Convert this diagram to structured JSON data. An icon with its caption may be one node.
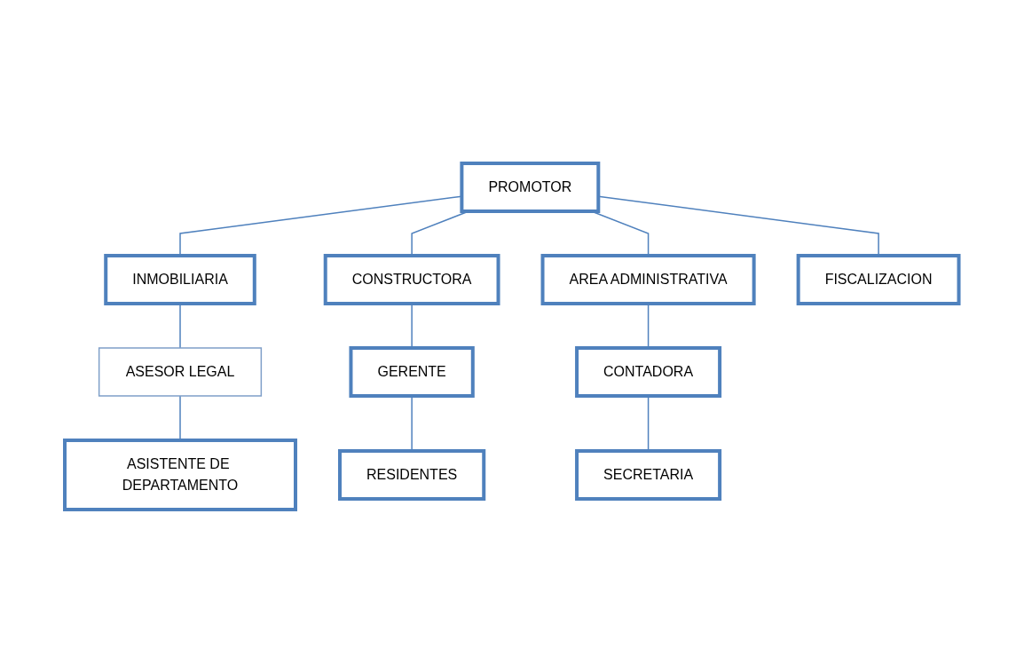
{
  "diagram": {
    "nodes": [
      {
        "text": [
          "PROMOTOR"
        ]
      },
      {
        "text": [
          "INMOBILIARIA"
        ]
      },
      {
        "text": [
          "CONSTRUCTORA"
        ]
      },
      {
        "text": [
          "AREA ADMINISTRATIVA"
        ]
      },
      {
        "text": [
          "CONTADORA"
        ]
      },
      {
        "text": [
          "ASESOR LEGAL"
        ]
      },
      {
        "text": [
          "GERENTE"
        ]
      },
      {
        "text": [
          "SECRETARIA"
        ]
      },
      {
        "text": [
          "ASISTENTE DE DEPARTAMENTO"
        ]
      },
      {
        "text": [
          "RESIDENTES"
        ]
      },
      {
        "text": [
          "FISCALIZACION"
        ]
      }
    ],
    "edges": [
      {
        "from": 0,
        "to": 1,
        "arrow": "none"
      },
      {
        "from": 0,
        "to": 2,
        "arrow": "none"
      },
      {
        "from": 0,
        "to": 3,
        "arrow": "none"
      },
      {
        "from": 0,
        "to": 10,
        "arrow": "none"
      },
      {
        "from": 1,
        "to": 5,
        "arrow": "none"
      },
      {
        "from": 5,
        "to": 8,
        "arrow": "none"
      },
      {
        "from": 3,
        "to": 4,
        "arrow": "none"
      },
      {
        "from": 4,
        "to": 7,
        "arrow": "none"
      },
      {
        "from": 2,
        "to": 6,
        "arrow": "none"
      },
      {
        "from": 6,
        "to": 9,
        "arrow": "none"
      }
    ]
  }
}
